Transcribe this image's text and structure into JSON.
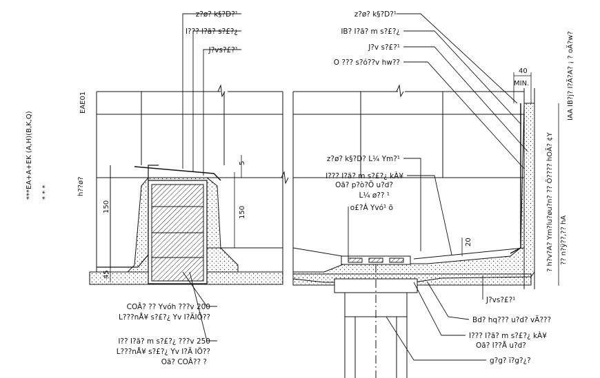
{
  "left_labels": {
    "l1": "z?ø? k§?D?¹",
    "l2": "I??? I?ã? s?£?¿",
    "l3": "J?vs?£?¹"
  },
  "right_labels": {
    "r1": "z?ø? k§?D?¹",
    "r2": "IB? I?ã? m s?£?¿",
    "r3": "J?v s?£?¹",
    "r4": "O ??? s?ó??v hw??"
  },
  "center_labels": {
    "c1": "z?ø? k§?D? L¼ Ym?¹",
    "c2": "I??? I?ã? m s?£?¿ kÀ¥",
    "c3": "Oã? p?ò?Ö u?d?",
    "c4": "L¼ ø?? ¹",
    "c5": "o£?Á Yvó¹ õ"
  },
  "bottom_left_labels": {
    "b1": "COÂ? ?? Yvóh ???v 200",
    "b2": "L???nÅ¥ s?£?¿ Yv I?ÄIÖ??",
    "b3": "I?? I?ã? m s?£?¿ ???v 250",
    "b4": "L???nÅ¥ s?£?¿ Yv I?Ä IÖ??",
    "b5": "Oã? COÂ?? ?"
  },
  "bottom_right_labels": {
    "br1": "J?vs?£?¹",
    "br2": "Bd? hq??? u?d? vÄ???",
    "br3": "I??? I?ã? m s?£?¿ kÀ¥",
    "br4": "Oã? I??Å u?d?",
    "br5": "g?g? ï?g?¿?"
  },
  "side_labels": {
    "eae": "EAE01",
    "frame_left": "***EA+A+EK\n(A,H)(B,K,Q)",
    "frame_marks": "*   *   *",
    "ceiling": "h??ø?",
    "right_vertical_1": "?? n?ÿ??,?? hA",
    "right_vertical_2": "IAA IB?j? I?Ä?A? ¡ ? oÄ?w?",
    "right_vertical_3": "? h?v?A? Ym?lu?øu?n? ?? Ö???? hOÄ? ¢Y"
  },
  "dimensions": {
    "d40": "40",
    "min": "MIN.",
    "d150a": "150",
    "d150b": "150",
    "d5": "5",
    "d45": "45",
    "d20": "20"
  }
}
